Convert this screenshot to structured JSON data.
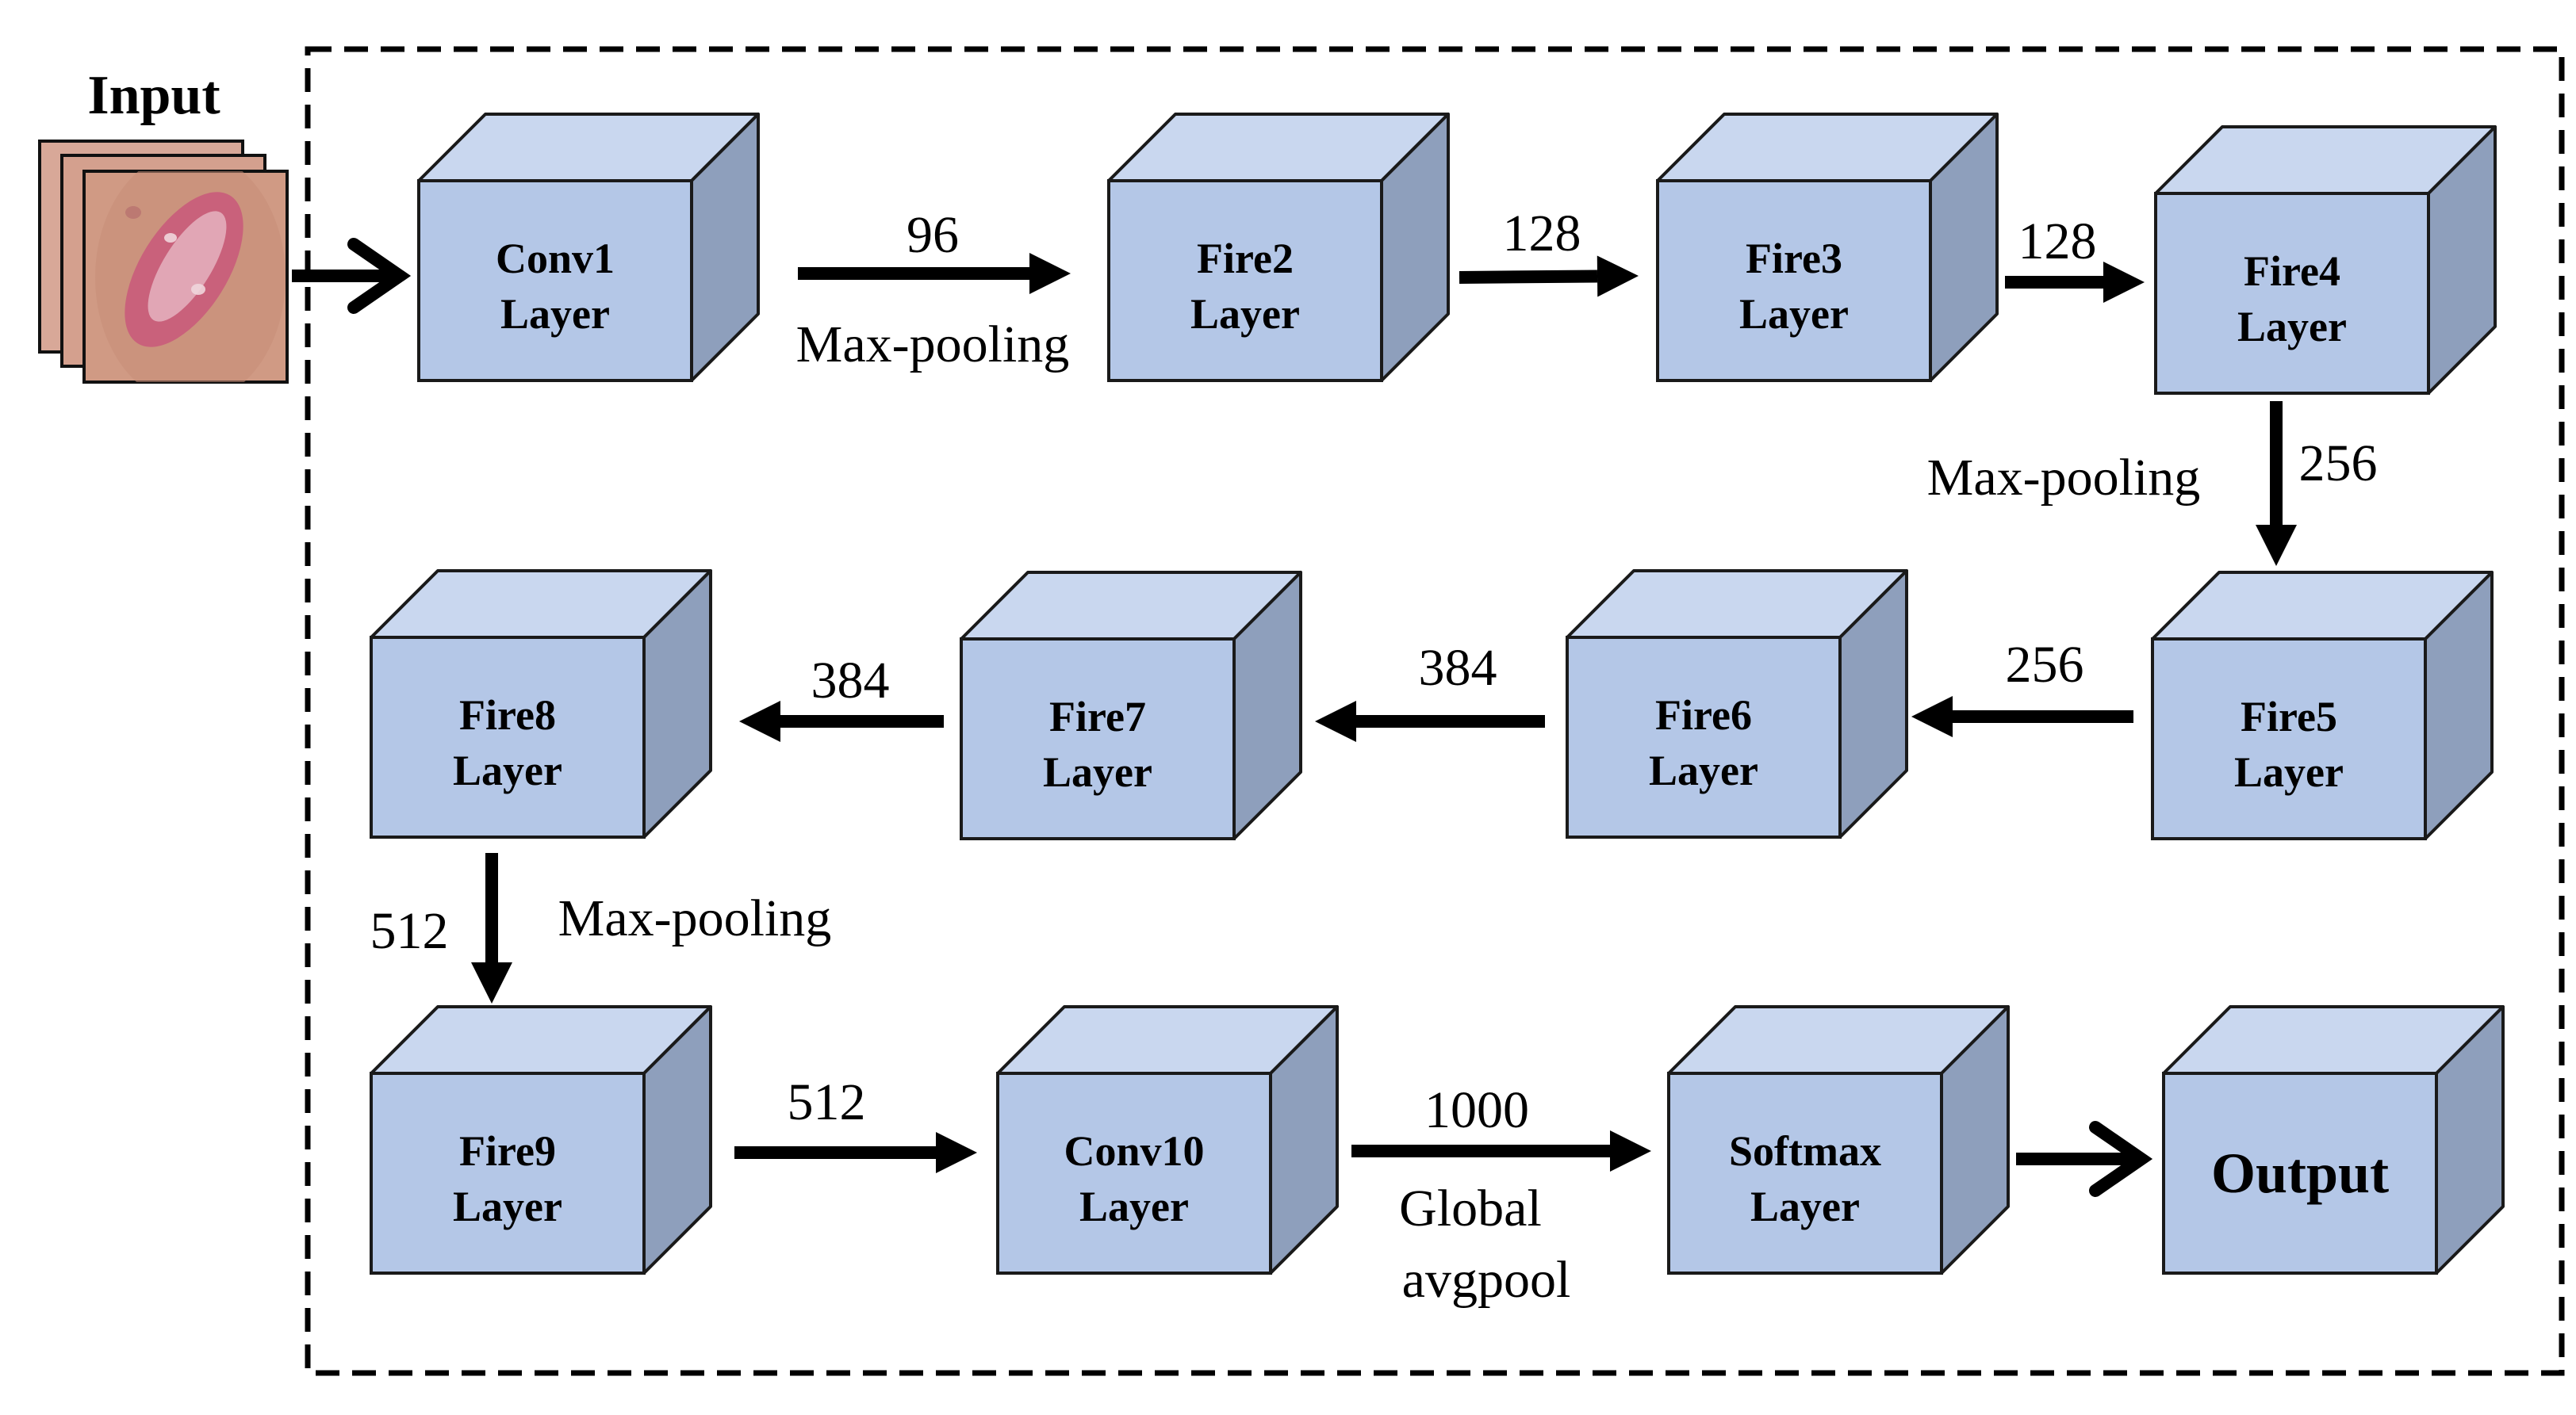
{
  "input": {
    "label": "Input"
  },
  "colors": {
    "face": "#b4c7e7",
    "top": "#c9d7ef",
    "side": "#8e9fbc",
    "stroke": "#1a1a1a",
    "skin": "#d19a86",
    "lesion": "#c9587a"
  },
  "layers": [
    {
      "id": "conv1",
      "line1": "Conv1",
      "line2": "Layer"
    },
    {
      "id": "fire2",
      "line1": "Fire2",
      "line2": "Layer"
    },
    {
      "id": "fire3",
      "line1": "Fire3",
      "line2": "Layer"
    },
    {
      "id": "fire4",
      "line1": "Fire4",
      "line2": "Layer"
    },
    {
      "id": "fire5",
      "line1": "Fire5",
      "line2": "Layer"
    },
    {
      "id": "fire6",
      "line1": "Fire6",
      "line2": "Layer"
    },
    {
      "id": "fire7",
      "line1": "Fire7",
      "line2": "Layer"
    },
    {
      "id": "fire8",
      "line1": "Fire8",
      "line2": "Layer"
    },
    {
      "id": "fire9",
      "line1": "Fire9",
      "line2": "Layer"
    },
    {
      "id": "conv10",
      "line1": "Conv10",
      "line2": "Layer"
    },
    {
      "id": "softmax",
      "line1": "Softmax",
      "line2": "Layer"
    },
    {
      "id": "output",
      "line1": "Output",
      "line2": ""
    }
  ],
  "edges": [
    {
      "id": "input-conv1",
      "label": "",
      "sublabel": ""
    },
    {
      "id": "conv1-fire2",
      "label": "96",
      "sublabel": "Max-pooling"
    },
    {
      "id": "fire2-fire3",
      "label": "128",
      "sublabel": ""
    },
    {
      "id": "fire3-fire4",
      "label": "128",
      "sublabel": ""
    },
    {
      "id": "fire4-fire5",
      "label": "256",
      "sublabel": "Max-pooling"
    },
    {
      "id": "fire5-fire6",
      "label": "256",
      "sublabel": ""
    },
    {
      "id": "fire6-fire7",
      "label": "384",
      "sublabel": ""
    },
    {
      "id": "fire7-fire8",
      "label": "384",
      "sublabel": ""
    },
    {
      "id": "fire8-fire9",
      "label": "512",
      "sublabel": "Max-pooling"
    },
    {
      "id": "fire9-conv10",
      "label": "512",
      "sublabel": ""
    },
    {
      "id": "conv10-softmax",
      "label": "1000",
      "sublabel": "Global",
      "sublabel2": "avgpool"
    },
    {
      "id": "softmax-output",
      "label": "",
      "sublabel": ""
    }
  ]
}
